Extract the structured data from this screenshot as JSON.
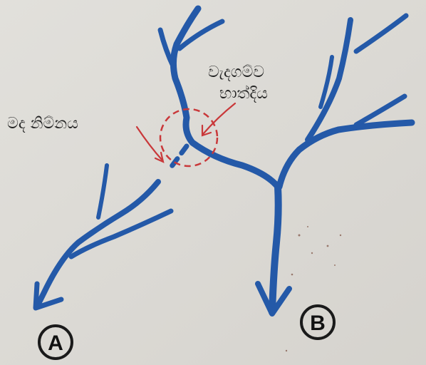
{
  "labels": {
    "left_annotation": "මද නිම්නය",
    "right_annotation_line1": "වැදගම්ව",
    "right_annotation_line2": "භාත්දිය",
    "point_a": "A",
    "point_b": "B"
  },
  "colors": {
    "river": "#2459a8",
    "annotation": "#c9383a",
    "ink": "#1a1a1a",
    "paper": "#dcdad5"
  }
}
